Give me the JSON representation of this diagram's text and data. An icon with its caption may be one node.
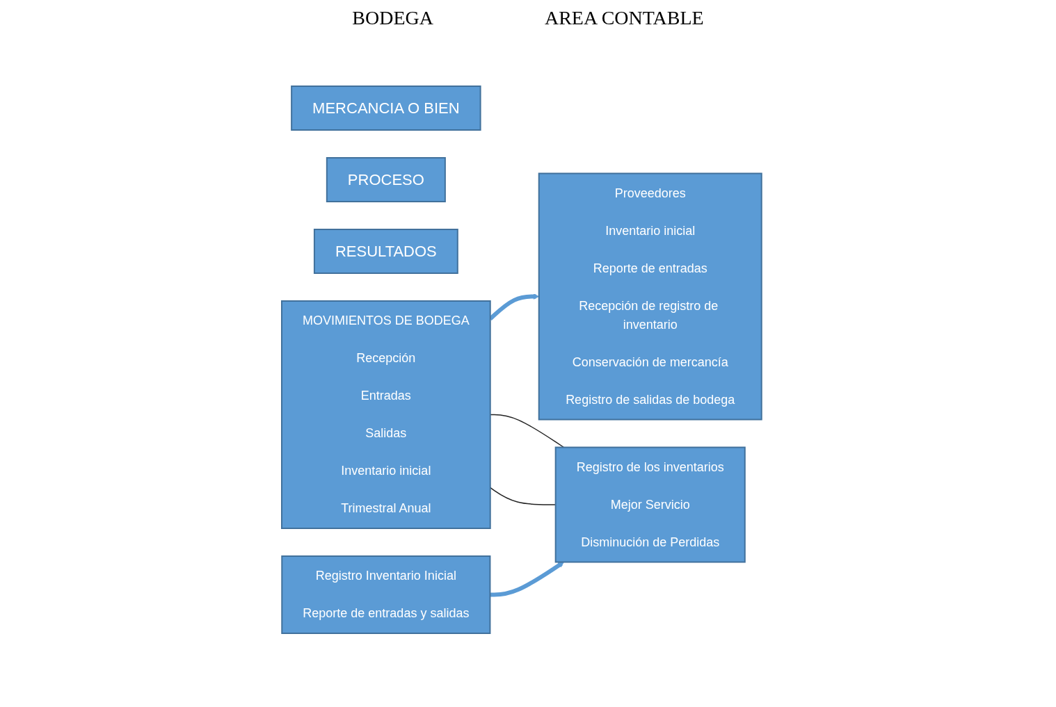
{
  "diagram": {
    "nodes": [
      {
        "text": [
          "MERCANCIA O BIEN"
        ]
      },
      {
        "text": [
          "PROCESO"
        ]
      },
      {
        "text": [
          "RESULTADOS"
        ]
      },
      {
        "text": [
          "MOVIMIENTOS DE BODEGA",
          "Recepción",
          "Entradas",
          "Salidas",
          "Inventario inicial",
          "Trimestral Anual"
        ]
      },
      {
        "text": [
          "Proveedores",
          "Inventario inicial",
          "Reporte de entradas",
          "Recepción de registro de inventario",
          "Conservación de mercancía",
          "Registro de salidas de bodega"
        ]
      },
      {
        "text": [
          "Registro Inventario Inicial",
          "Reporte de entradas y salidas"
        ]
      },
      {
        "text": [
          "Registro de los inventarios",
          "Mejor Servicio",
          "Disminución de Perdidas"
        ]
      }
    ],
    "edges": [
      {
        "from": 3,
        "to": 4,
        "arrow": "to",
        "style": "thick",
        "color": "#5b9bd5"
      },
      {
        "from": 5,
        "to": 6,
        "arrow": "to",
        "style": "thick",
        "color": "#5b9bd5"
      },
      {
        "from": 3,
        "to": 6,
        "arrow": "none",
        "color": "#222222"
      },
      {
        "from": 3,
        "to": 6,
        "arrow": "none",
        "color": "#222222"
      }
    ],
    "labels": [
      "BODEGA",
      "AREA CONTABLE"
    ]
  }
}
